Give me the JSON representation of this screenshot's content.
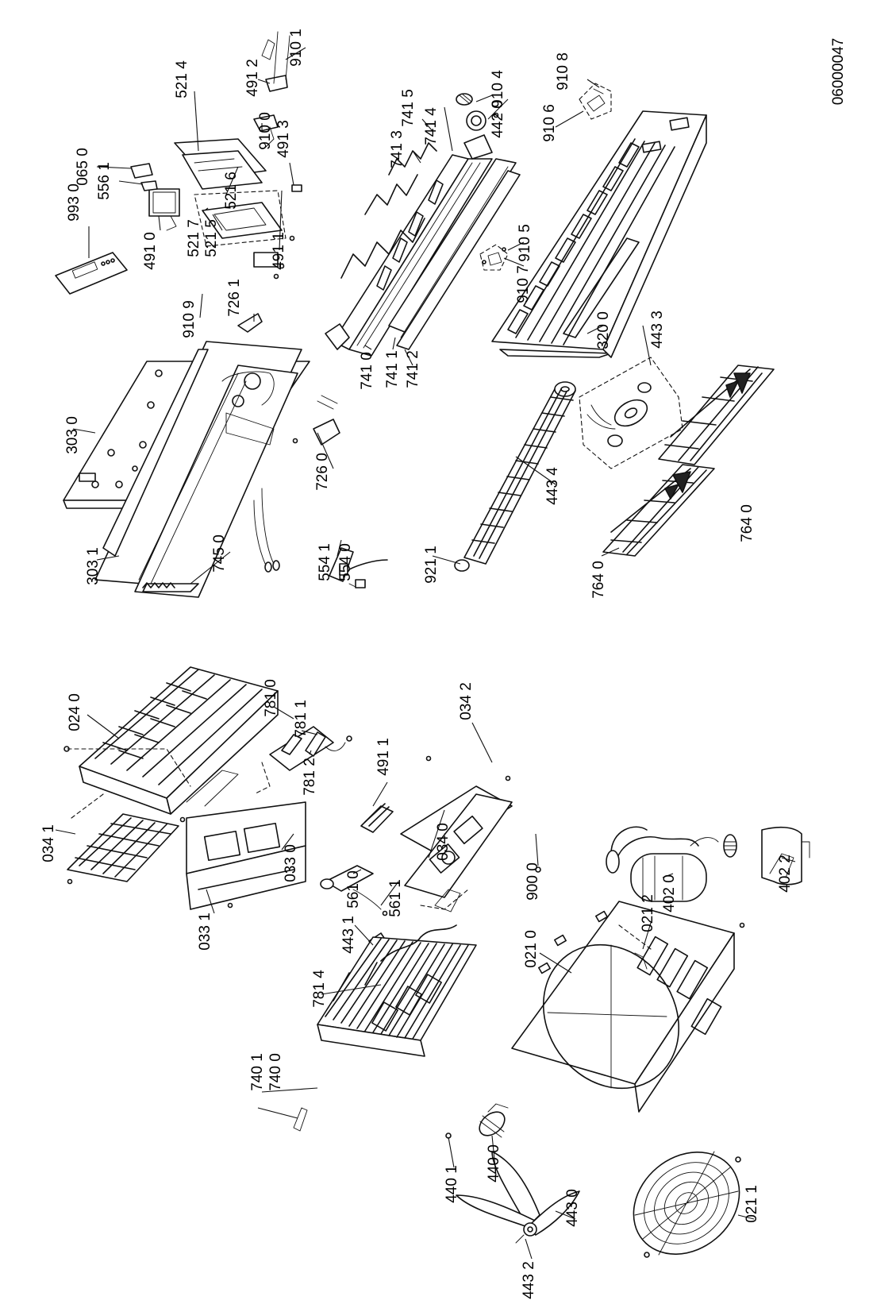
{
  "document_id": "06000047",
  "part_labels": [
    "993 0",
    "065 0",
    "556 1",
    "491 0",
    "910 9",
    "726 1",
    "303 0",
    "303 1",
    "745 0",
    "726 0",
    "554 1",
    "554 0",
    "921 1",
    "443 4",
    "764 0",
    "764 0",
    "443 3",
    "320 0",
    "910 7",
    "910 5",
    "741 2",
    "741 1",
    "741 0",
    "741 3",
    "741 5",
    "741 4",
    "910 4",
    "442 0",
    "910 6",
    "910 8",
    "521 7",
    "521 5",
    "521 6",
    "491 1",
    "491 3",
    "910 0",
    "491 2",
    "521 4",
    "910 1",
    "024 0",
    "034 1",
    "033 0",
    "033 1",
    "781 0",
    "781 1",
    "781 2",
    "034 2",
    "491 1",
    "034 0",
    "900 0",
    "561 0",
    "561 1",
    "443 1",
    "402 0",
    "402 2",
    "021 2",
    "021 0",
    "781 4",
    "740 1",
    "740 0",
    "440 0",
    "440 1",
    "443 0",
    "443 2",
    "021 1"
  ]
}
